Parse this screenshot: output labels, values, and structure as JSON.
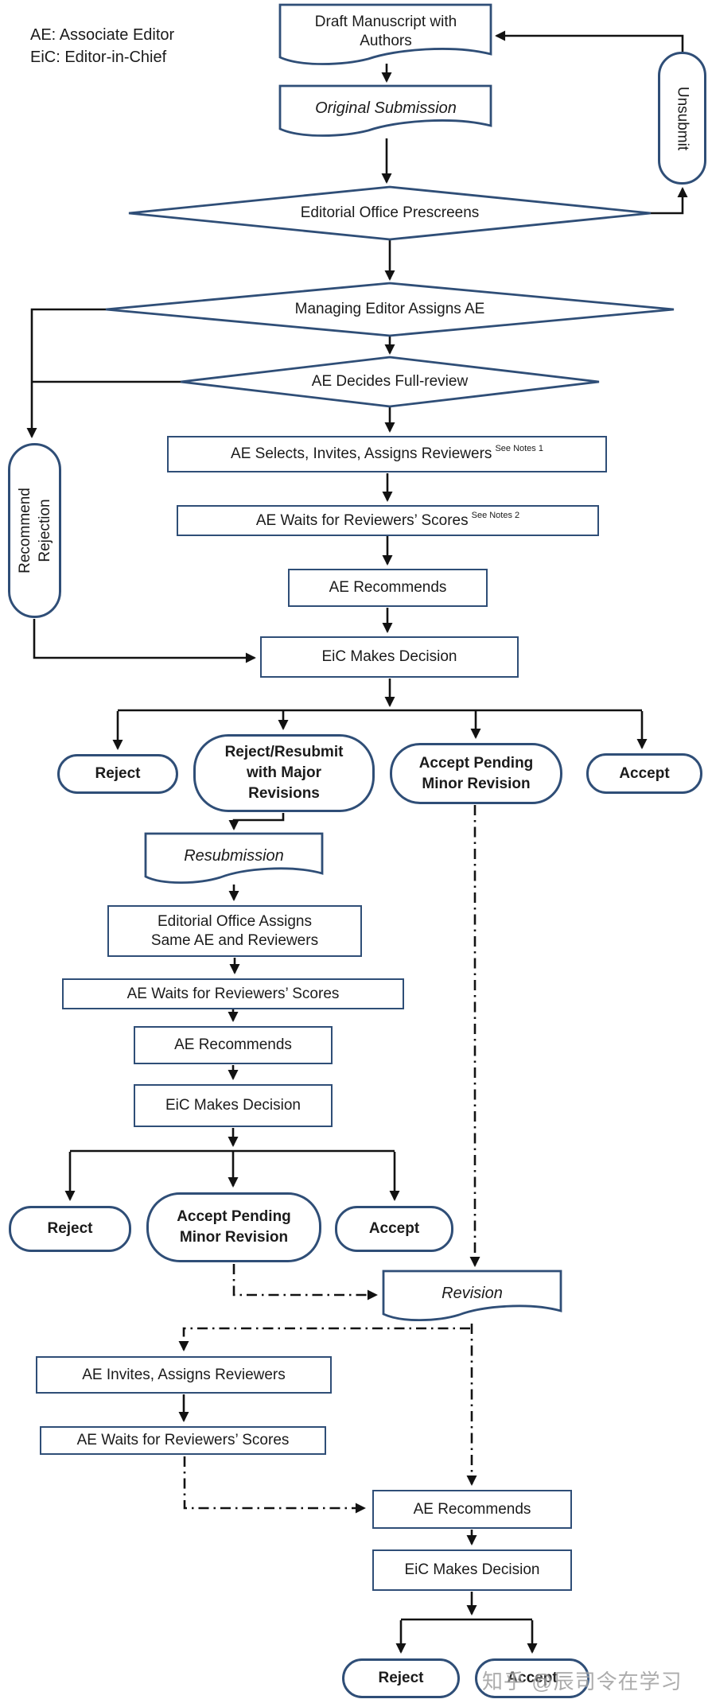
{
  "legend": {
    "line1": "AE: Associate Editor",
    "line2": "EiC: Editor-in-Chief"
  },
  "nodes": {
    "draft_manuscript": "Draft Manuscript with\nAuthors",
    "original_submission": "Original Submission",
    "unsubmit": "Unsubmit",
    "prescreens": "Editorial Office Prescreens",
    "assigns_ae": "Managing Editor Assigns AE",
    "full_review": "AE Decides Full-review",
    "selects_reviewers": "AE Selects, Invites, Assigns Reviewers",
    "see_notes_1": "See Notes 1",
    "ae_waits": "AE Waits for Reviewers’ Scores",
    "see_notes_2": "See Notes 2",
    "ae_recommends": "AE Recommends",
    "eic_decision": "EiC Makes Decision",
    "recommend_rejection": "Recommend\nRejection",
    "reject": "Reject",
    "reject_resubmit": "Reject/Resubmit\nwith Major\nRevisions",
    "accept_pending": "Accept Pending\nMinor Revision",
    "accept": "Accept",
    "resubmission": "Resubmission",
    "editorial_assigns": "Editorial Office Assigns\nSame AE and Reviewers",
    "revision": "Revision",
    "invites_reviewers": "AE Invites, Assigns Reviewers"
  },
  "watermark": "知乎 @辰司令在学习",
  "colors": {
    "shape_border": "#2f4e77",
    "arrow": "#121212",
    "text": "#1b1b1b",
    "watermark": "#9e9e9e"
  }
}
